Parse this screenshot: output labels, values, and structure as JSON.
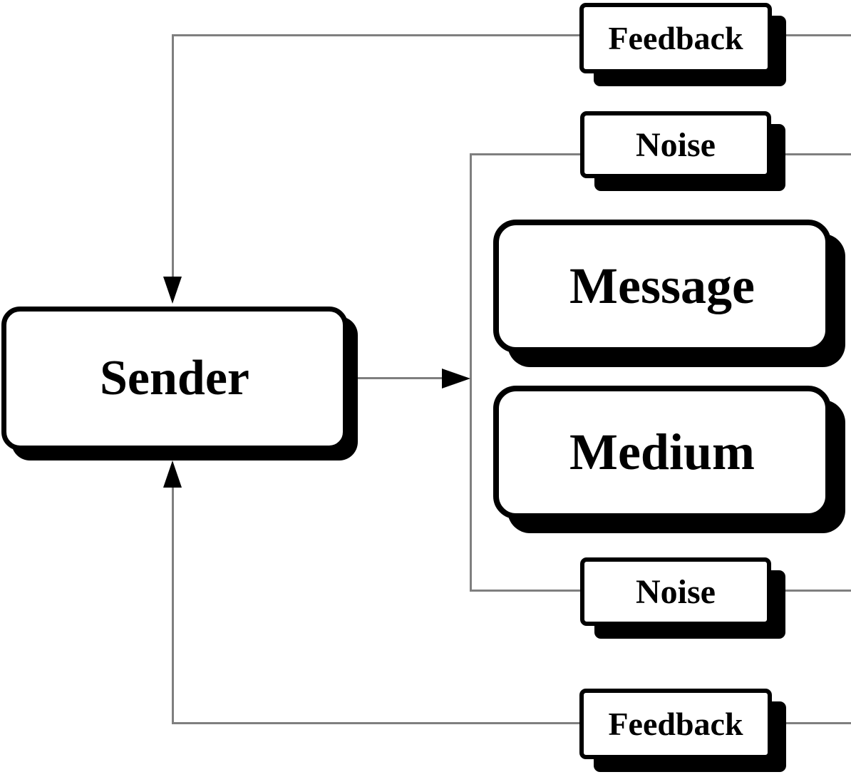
{
  "nodes": {
    "sender": {
      "label": "Sender"
    },
    "message": {
      "label": "Message"
    },
    "medium": {
      "label": "Medium"
    },
    "noise_top": {
      "label": "Noise"
    },
    "noise_bottom": {
      "label": "Noise"
    },
    "feedback_top": {
      "label": "Feedback"
    },
    "feedback_bottom": {
      "label": "Feedback"
    }
  },
  "edges": [
    {
      "description": "feedback line into top of sender",
      "direction": "down-arrow"
    },
    {
      "description": "feedback line into bottom of sender",
      "direction": "up-arrow"
    },
    {
      "description": "sender output into channel line",
      "direction": "right-arrow"
    },
    {
      "description": "channel vertical line linking noise boxes past message and medium"
    },
    {
      "description": "noise lines extend to right edge"
    },
    {
      "description": "feedback lines extend to right edge"
    }
  ],
  "colors": {
    "line": "#7f7f7f",
    "border": "#000000",
    "fill": "#ffffff",
    "shadow": "#000000",
    "background": "#ffffff",
    "text": "#000000"
  }
}
